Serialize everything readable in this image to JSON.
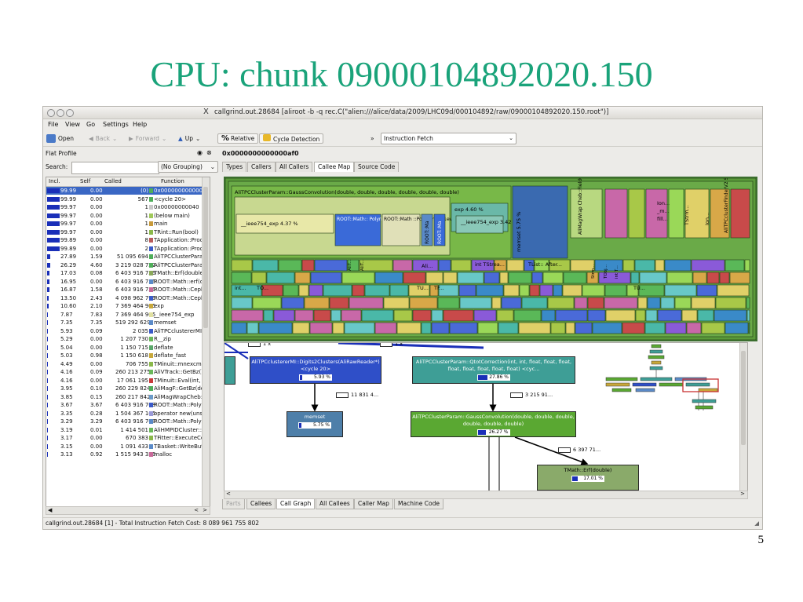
{
  "slide": {
    "title": "CPU: chunk 09000104892020.150",
    "page_number": "5"
  },
  "window": {
    "title": "callgrind.out.28684 [aliroot -b -q rec.C(\"alien:///alice/data/2009/LHC09d/000104892/raw/09000104892020.150.root\")]",
    "close_glyph": "X"
  },
  "menu": [
    "File",
    "View",
    "Go",
    "Settings",
    "Help"
  ],
  "toolbar": {
    "open": "Open",
    "back": "Back",
    "forward": "Forward",
    "up": "Up",
    "relative": "Relative",
    "relative_symbol": "%",
    "cycle_detection": "Cycle Detection",
    "more": "»",
    "event_type": "Instruction Fetch"
  },
  "flat_profile": {
    "title": "Flat Profile",
    "search_label": "Search:",
    "search_value": "",
    "grouping": "(No Grouping)",
    "columns": [
      "Incl.",
      "Self",
      "Called",
      "Function"
    ],
    "rows": [
      {
        "incl": "99.99",
        "self": "0.00",
        "called": "(0)",
        "fn": "0x0000000000000",
        "color": "#4fae5a",
        "selected": true
      },
      {
        "incl": "99.99",
        "self": "0.00",
        "called": "567",
        "fn": "<cycle 20>",
        "color": "#4fae5a"
      },
      {
        "incl": "99.97",
        "self": "0.00",
        "called": "1",
        "fn": "0x00000000040",
        "color": "#c8c8c8"
      },
      {
        "incl": "99.97",
        "self": "0.00",
        "called": "1",
        "fn": "(below main)",
        "color": "#a0c85a"
      },
      {
        "incl": "99.97",
        "self": "0.00",
        "called": "1",
        "fn": "main",
        "color": "#c89a3a"
      },
      {
        "incl": "99.97",
        "self": "0.00",
        "called": "1",
        "fn": "TRint::Run(bool)",
        "color": "#8ab84a"
      },
      {
        "incl": "99.89",
        "self": "0.00",
        "called": "8",
        "fn": "TApplication::Proc",
        "color": "#b85a5a"
      },
      {
        "incl": "99.89",
        "self": "0.00",
        "called": "2",
        "fn": "TApplication::Proc",
        "color": "#3a5ac8"
      },
      {
        "incl": "27.89",
        "self": "1.59",
        "called": "51 095 694",
        "fn": "AliTPCClusterPara",
        "color": "#4fae5a"
      },
      {
        "incl": "26.29",
        "self": "4.60",
        "called": "3 219 028 722",
        "fn": "AliTPCClusterPara",
        "color": "#4fae5a"
      },
      {
        "incl": "17.03",
        "self": "0.08",
        "called": "6 403 916 756",
        "fn": "TMath::Erf(double",
        "color": "#8aa85a"
      },
      {
        "incl": "16.95",
        "self": "0.00",
        "called": "6 403 916 756",
        "fn": "ROOT::Math::erf(d",
        "color": "#5a8ac8"
      },
      {
        "incl": "16.87",
        "self": "1.58",
        "called": "6 403 916 756",
        "fn": "ROOT::Math::Ceph",
        "color": "#c86a9a"
      },
      {
        "incl": "13.50",
        "self": "2.43",
        "called": "4 098 962 796",
        "fn": "ROOT::Math::Ceph",
        "color": "#3a5ac8"
      },
      {
        "incl": "10.60",
        "self": "2.10",
        "called": "7 369 464 965",
        "fn": "exp",
        "color": "#c8a83a"
      },
      {
        "incl": "7.87",
        "self": "7.83",
        "called": "7 369 464 965",
        "fn": "__ieee754_exp",
        "color": "#e0e0a0"
      },
      {
        "incl": "7.35",
        "self": "7.35",
        "called": "519 292 629",
        "fn": "memset",
        "color": "#5a8ac8"
      },
      {
        "incl": "5.93",
        "self": "0.09",
        "called": "2 035",
        "fn": "AliTPCclustererMI:",
        "color": "#3a5ac8"
      },
      {
        "incl": "5.29",
        "self": "0.00",
        "called": "1 207 730",
        "fn": "R__zip",
        "color": "#6ab85a"
      },
      {
        "incl": "5.04",
        "self": "0.00",
        "called": "1 150 715",
        "fn": "deflate",
        "color": "#5aa86a"
      },
      {
        "incl": "5.03",
        "self": "0.98",
        "called": "1 150 618",
        "fn": "deflate_fast",
        "color": "#c8a83a"
      },
      {
        "incl": "4.49",
        "self": "0.00",
        "called": "706 755",
        "fn": "TMinuit::mnexcm(",
        "color": "#8ab84a"
      },
      {
        "incl": "4.16",
        "self": "0.09",
        "called": "260 213 275",
        "fn": "AliVTrack::GetBz()",
        "color": "#6ab85a"
      },
      {
        "incl": "4.16",
        "self": "0.00",
        "called": "17 061 195",
        "fn": "TMinuit::Eval(int, c",
        "color": "#c83a3a"
      },
      {
        "incl": "3.95",
        "self": "0.10",
        "called": "260 229 824",
        "fn": "AliMagF::GetBz(do",
        "color": "#4fae5a"
      },
      {
        "incl": "3.85",
        "self": "0.15",
        "called": "260 217 842",
        "fn": "AliMagWrapCheb:",
        "color": "#6a9ac8"
      },
      {
        "incl": "3.67",
        "self": "3.67",
        "called": "6 403 916 768",
        "fn": "ROOT::Math::Polyr",
        "color": "#3a5ac8"
      },
      {
        "incl": "3.35",
        "self": "0.28",
        "called": "1 504 367 165",
        "fn": "operator new(uns",
        "color": "#9a9ad8"
      },
      {
        "incl": "3.29",
        "self": "3.29",
        "called": "6 403 916 768",
        "fn": "ROOT::Math::Polyr",
        "color": "#5a8ac8"
      },
      {
        "incl": "3.19",
        "self": "0.01",
        "called": "1 414 501",
        "fn": "AliHMPIDCluster::S",
        "color": "#6ab85a"
      },
      {
        "incl": "3.17",
        "self": "0.00",
        "called": "670 383",
        "fn": "TFitter::ExecuteCc",
        "color": "#8ab84a"
      },
      {
        "incl": "3.15",
        "self": "0.00",
        "called": "1 091 433",
        "fn": "TBasket::WriteBut",
        "color": "#5a8ac8"
      },
      {
        "incl": "3.13",
        "self": "0.92",
        "called": "1 515 943 336",
        "fn": "malloc",
        "color": "#c86a9a"
      }
    ]
  },
  "main": {
    "function_name": "0x0000000000000af0",
    "top_tabs": [
      "Types",
      "Callers",
      "All Callers",
      "Callee Map",
      "Source Code"
    ],
    "active_top_tab": "Callee Map",
    "callee_map": {
      "labels": [
        {
          "text": "AliTPCClusterParam::GaussConvolution(double, double, double, double, double, double)",
          "value": ""
        },
        {
          "text": "exp",
          "value": "4.60 %"
        },
        {
          "text": "__ieee754_exp",
          "value": "3.42 %"
        },
        {
          "text": "__ieee754_exp",
          "value": "4.37 %"
        },
        {
          "text": "ROOT::Math:: Polynomiale... (double, dou...",
          "value": ""
        },
        {
          "text": "ROOT::Math ::Polynomial 1eval(dou...",
          "value": ""
        },
        {
          "text": "ROOT::Ma",
          "value": ""
        },
        {
          "text": "ROOT::Ma",
          "value": ""
        },
        {
          "text": "memset",
          "value": "5.75 %"
        },
        {
          "text": "AliMagWrap Cheb::FieldCyl Solfz(double...",
          "value": ""
        },
        {
          "text": "Ion...",
          "value": ""
        },
        {
          "text": "_m...",
          "value": ""
        },
        {
          "text": "fill...",
          "value": ""
        },
        {
          "text": "TStrm...",
          "value": ""
        },
        {
          "text": "Ion...",
          "value": ""
        },
        {
          "text": "AliTPCclusterFinderV2 SSD::FindClustersSS...",
          "value": ""
        },
        {
          "text": "int TStrea...",
          "value": ""
        },
        {
          "text": "TList:: After...",
          "value": ""
        },
        {
          "text": "Ali...",
          "value": ""
        },
        {
          "text": "AliT...",
          "value": ""
        },
        {
          "text": "AliT...",
          "value": ""
        },
        {
          "text": "int...",
          "value": ""
        },
        {
          "text": "TO...",
          "value": ""
        },
        {
          "text": "TU...",
          "value": ""
        },
        {
          "text": "TF...",
          "value": ""
        },
        {
          "text": "TObj...",
          "value": ""
        },
        {
          "text": "int T...",
          "value": ""
        },
        {
          "text": "TU...",
          "value": ""
        },
        {
          "text": "Strm...",
          "value": ""
        }
      ]
    },
    "call_graph": {
      "nodes": [
        {
          "label": "AliTPCclustererMI::Digits2Clusters(AliRawReader*) <cycle 20>",
          "pct": "5.93 %",
          "fill": 0.06,
          "color": "#2f4fc8"
        },
        {
          "label": "AliTPCClusterParam::QtotCorrection(int, int, float, float, float, float, float, float, float, float) <cyc...",
          "pct": "27.86 %",
          "fill": 0.28,
          "color": "#3e9e96"
        },
        {
          "label": "memset",
          "pct": "5.75 %",
          "fill": 0.06,
          "color": "#4e7fa9"
        },
        {
          "label": "AliTPCClusterParam::GaussConvolution(double, double, double, double, double, double)",
          "pct": "26.27 %",
          "fill": 0.26,
          "color": "#5aa832"
        },
        {
          "label": "TMath::Erf(double)",
          "pct": "17.01 %",
          "fill": 0.17,
          "color": "#8aaa6a"
        }
      ],
      "edge_labels": [
        "1 x",
        "1 x",
        "11 831 4...",
        "3 215 91...",
        "6 397 71..."
      ]
    },
    "bottom_tabs": [
      "Parts",
      "Callees",
      "Call Graph",
      "All Callees",
      "Caller Map",
      "Machine Code"
    ],
    "active_bottom_tab": "Call Graph"
  },
  "status": "callgrind.out.28684 [1] - Total Instruction Fetch Cost:  8 089 961 755 802"
}
